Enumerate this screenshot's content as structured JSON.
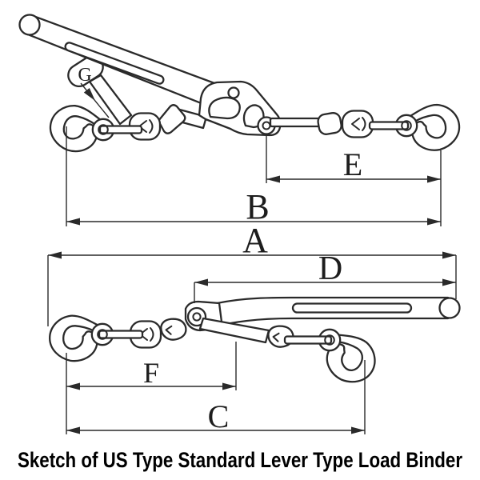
{
  "caption": "Sketch of US Type Standard Lever Type Load Binder",
  "labels": {
    "a": "A",
    "b": "B",
    "c": "C",
    "d": "D",
    "e": "E",
    "f": "F",
    "g": "G"
  },
  "colors": {
    "line": "#2a2a2a",
    "dimension": "#2a2a2a",
    "caption": "#000000",
    "background": "#ffffff"
  }
}
